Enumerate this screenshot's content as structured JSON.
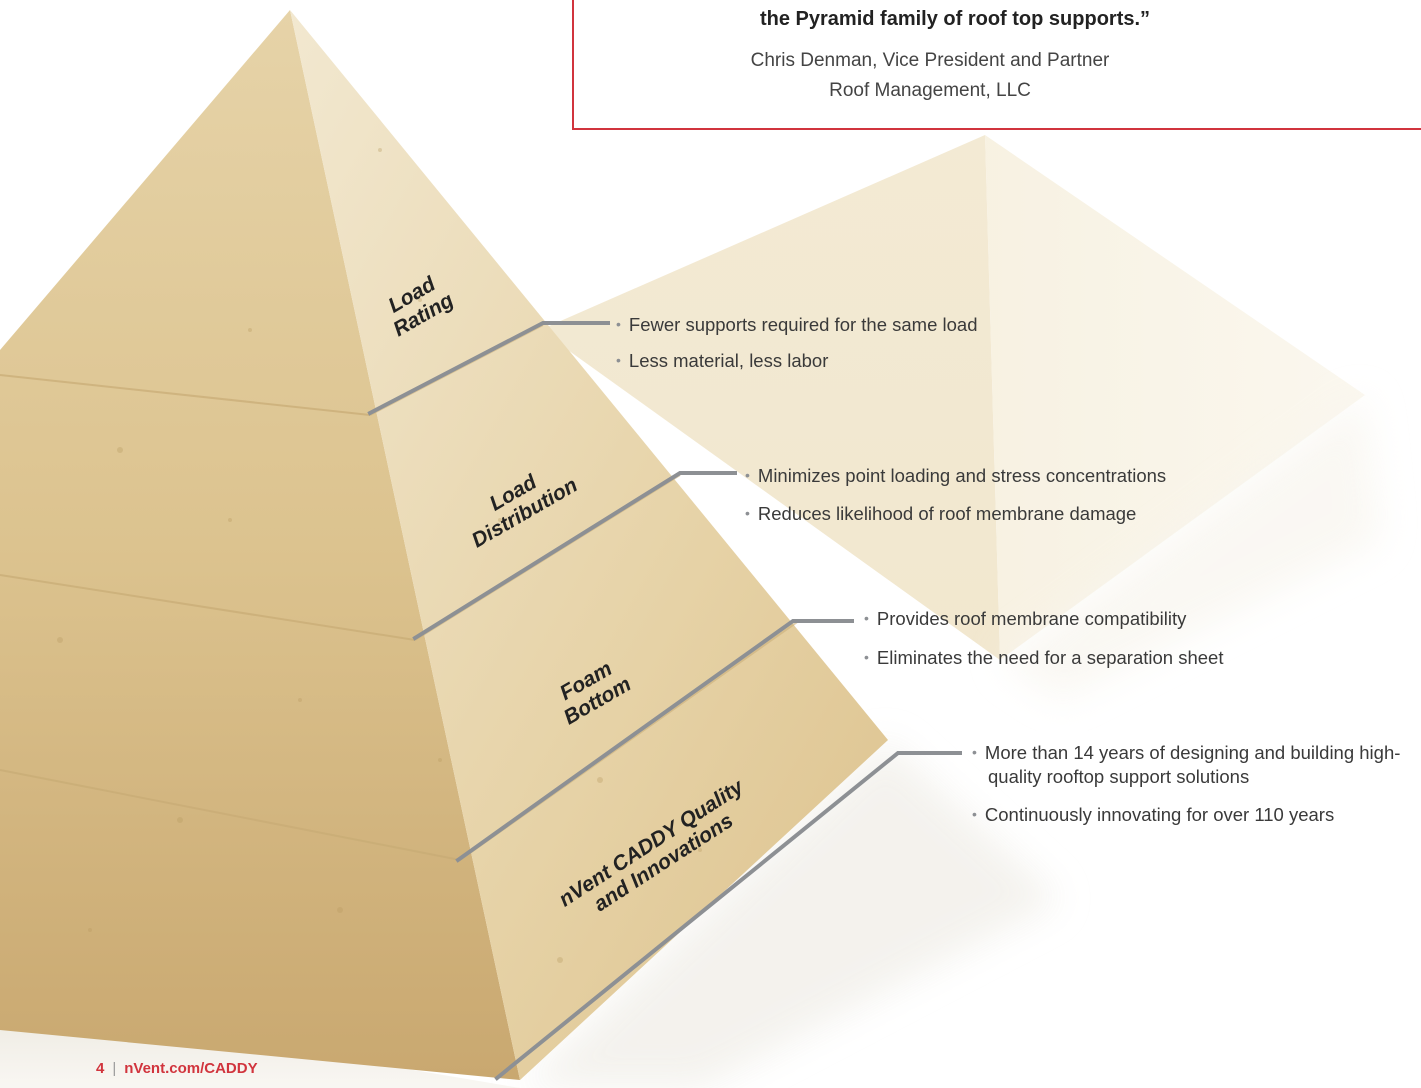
{
  "quote": {
    "text": "the Pyramid family of roof top supports.”",
    "attribution_name": "Chris Denman, Vice President and Partner",
    "attribution_company": "Roof Management, LLC"
  },
  "tiers": [
    {
      "label_line1": "Load",
      "label_line2": "Rating",
      "bullets": [
        "Fewer supports required for the same load",
        "Less material, less labor"
      ]
    },
    {
      "label_line1": "Load",
      "label_line2": "Distribution",
      "bullets": [
        "Minimizes point loading and stress concentrations",
        "Reduces likelihood of roof membrane damage"
      ]
    },
    {
      "label_line1": "Foam",
      "label_line2": "Bottom",
      "bullets": [
        "Provides roof membrane compatibility",
        "Eliminates the need for a separation sheet"
      ]
    },
    {
      "label_line1": "nVent CADDY Quality",
      "label_line2": "and Innovations",
      "bullets": [
        "More than 14 years of designing and building high-quality rooftop support solutions",
        "Continuously innovating for over 110 years"
      ]
    }
  ],
  "footer": {
    "page_number": "4",
    "separator": "|",
    "url": "nVent.com/CADDY"
  },
  "colors": {
    "accent_red": "#d1343d",
    "leader_gray": "#8d9094",
    "stone_light": "#eee0c2",
    "stone_dark": "#d1b47e"
  }
}
